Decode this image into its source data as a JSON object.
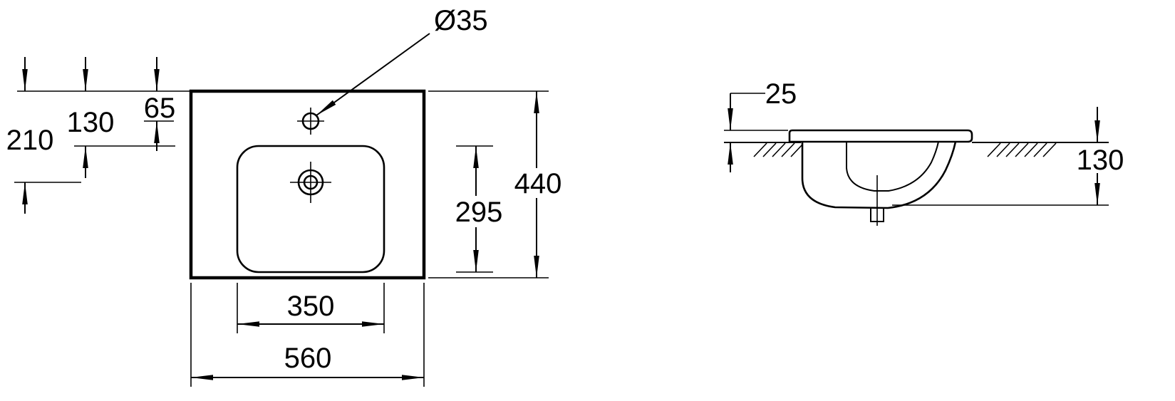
{
  "views": {
    "top": {
      "labels": {
        "hole_diameter": "Ø35",
        "faucet_offset": "65",
        "basin_top_offset": "130",
        "drain_offset": "210",
        "overall_depth": "440",
        "basin_depth": "295",
        "basin_width": "350",
        "overall_width": "560"
      }
    },
    "side": {
      "labels": {
        "rim_height": "25",
        "bowl_depth": "130"
      }
    }
  },
  "colors": {
    "line": "#000000",
    "paper": "#ffffff"
  }
}
